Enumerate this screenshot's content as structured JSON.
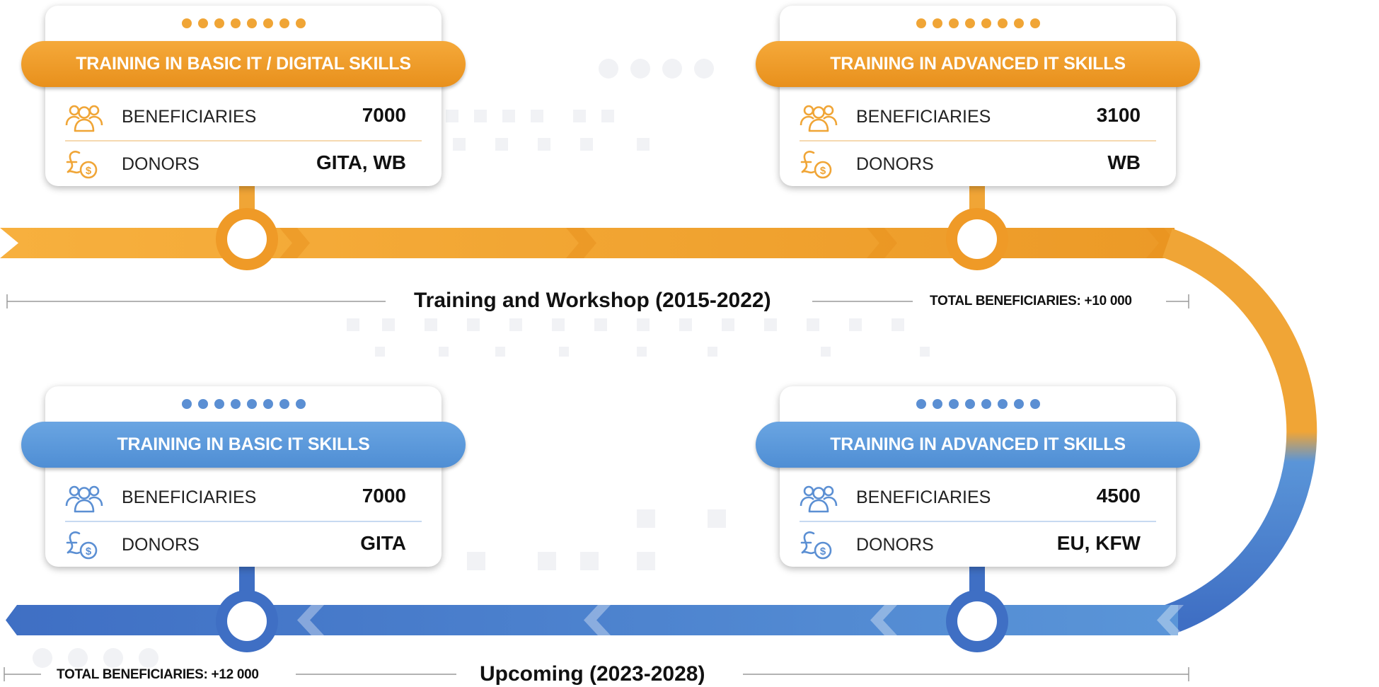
{
  "sections": {
    "past": {
      "title": "Training and Workshop (2015-2022)",
      "total": "TOTAL BENEFICIARIES: +10 000"
    },
    "upcoming": {
      "title": "Upcoming (2023-2028)",
      "total": "TOTAL BENEFICIARIES: +12 000"
    }
  },
  "cards": [
    {
      "theme": "orange",
      "title": "TRAINING IN BASIC IT / DIGITAL SKILLS",
      "beneficiaries_label": "BENEFICIARIES",
      "beneficiaries": "7000",
      "donors_label": "DONORS",
      "donors": "GITA, WB"
    },
    {
      "theme": "orange",
      "title": "TRAINING IN ADVANCED IT SKILLS",
      "beneficiaries_label": "BENEFICIARIES",
      "beneficiaries": "3100",
      "donors_label": "DONORS",
      "donors": "WB"
    },
    {
      "theme": "blue",
      "title": "TRAINING IN BASIC IT SKILLS",
      "beneficiaries_label": "BENEFICIARIES",
      "beneficiaries": "7000",
      "donors_label": "DONORS",
      "donors": "GITA"
    },
    {
      "theme": "blue",
      "title": "TRAINING IN ADVANCED IT SKILLS",
      "beneficiaries_label": "BENEFICIARIES",
      "beneficiaries": "4500",
      "donors_label": "DONORS",
      "donors": "EU, KFW"
    }
  ],
  "icons": {
    "beneficiaries": "people-group-icon",
    "donors": "donor-money-icon"
  },
  "colors": {
    "orange": "#f0a536",
    "orange_dark": "#e8901c",
    "blue": "#5b8fd3",
    "blue_dark": "#3f6fc4"
  }
}
